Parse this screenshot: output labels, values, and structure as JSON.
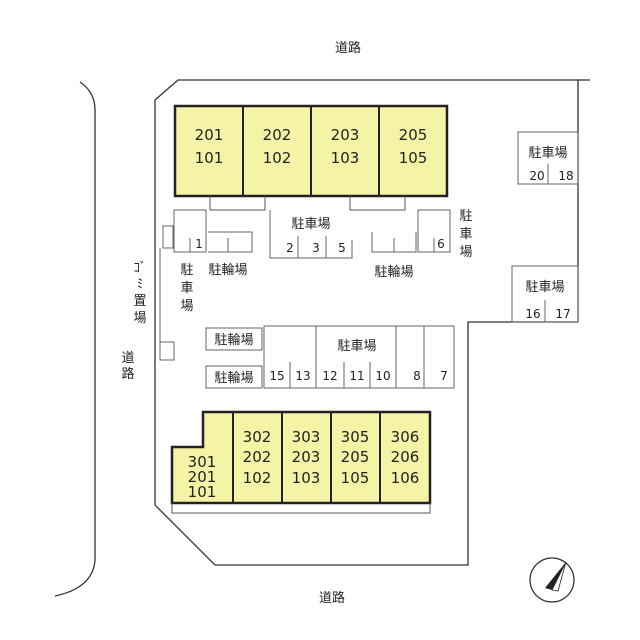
{
  "roads": {
    "top": "道路",
    "bottom": "道路",
    "left": "道路"
  },
  "trash": "ｺﾞﾐ置場",
  "building_a": [
    {
      "upper": "201",
      "lower": "101"
    },
    {
      "upper": "202",
      "lower": "102"
    },
    {
      "upper": "203",
      "lower": "103"
    },
    {
      "upper": "205",
      "lower": "105"
    }
  ],
  "building_b": [
    {
      "top": "301",
      "mid": "201",
      "bottom": "101"
    },
    {
      "top": "302",
      "mid": "202",
      "bottom": "102"
    },
    {
      "top": "303",
      "mid": "203",
      "bottom": "103"
    },
    {
      "top": "305",
      "mid": "205",
      "bottom": "105"
    },
    {
      "top": "306",
      "mid": "206",
      "bottom": "106"
    }
  ],
  "parking_label": "駐車場",
  "bicycle_label": "駐輪場",
  "parking_top_right": [
    "20",
    "18"
  ],
  "parking_mid_right": [
    "16",
    "17"
  ],
  "parking_upper_left": [
    "1"
  ],
  "parking_upper_center": [
    "2",
    "3",
    "5"
  ],
  "parking_upper_right": [
    "6"
  ],
  "parking_middle_row": [
    "15",
    "13",
    "12",
    "11",
    "10",
    "8",
    "7"
  ],
  "colors": {
    "building_fill": "#f5f3a6",
    "line": "#333333"
  }
}
